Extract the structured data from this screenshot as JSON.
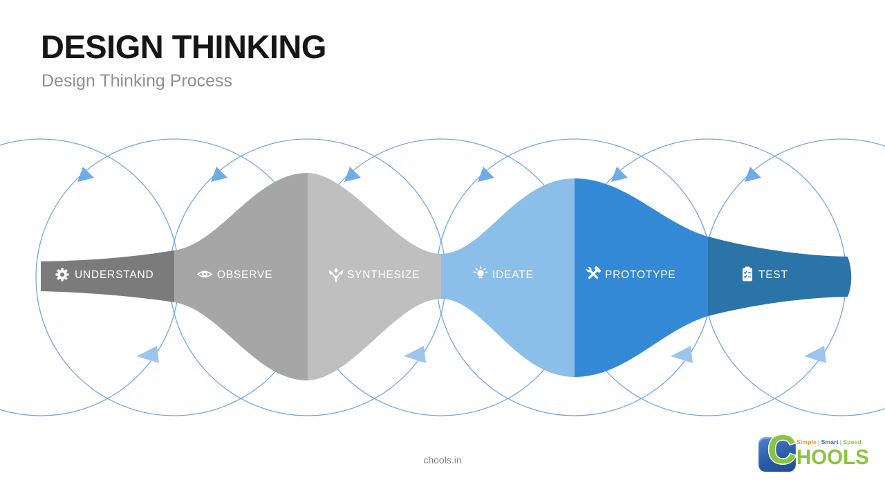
{
  "header": {
    "title": "DESIGN THINKING",
    "subtitle": "Design Thinking Process"
  },
  "stages": [
    {
      "label": "UNDERSTAND",
      "icon": "gear-icon",
      "color": "#7b7b7b"
    },
    {
      "label": "OBSERVE",
      "icon": "eye-icon",
      "color": "#a6a6a6"
    },
    {
      "label": "SYNTHESIZE",
      "icon": "branch-arrows-icon",
      "color": "#bfbfbf"
    },
    {
      "label": "IDEATE",
      "icon": "lightbulb-icon",
      "color": "#8bbee8"
    },
    {
      "label": "PROTOTYPE",
      "icon": "hammer-wrench-icon",
      "color": "#3389d5"
    },
    {
      "label": "TEST",
      "icon": "clipboard-check-icon",
      "color": "#2b74a8"
    }
  ],
  "diagram": {
    "loop_stroke": "#6fa8df",
    "arrow_top_fill": "#6face3",
    "arrow_bottom_fill": "#9cc5ed"
  },
  "footer": {
    "site": "chools.in"
  },
  "logo": {
    "letter": "C",
    "word": "HOOLS",
    "separator": "|",
    "tagline": [
      "Simple",
      "Smart",
      "Speed"
    ],
    "colors": {
      "green": "#8bc53f",
      "badge_blue": "#2b5ea7",
      "orange": "#f7941d",
      "smart_blue": "#1b75bb"
    }
  }
}
